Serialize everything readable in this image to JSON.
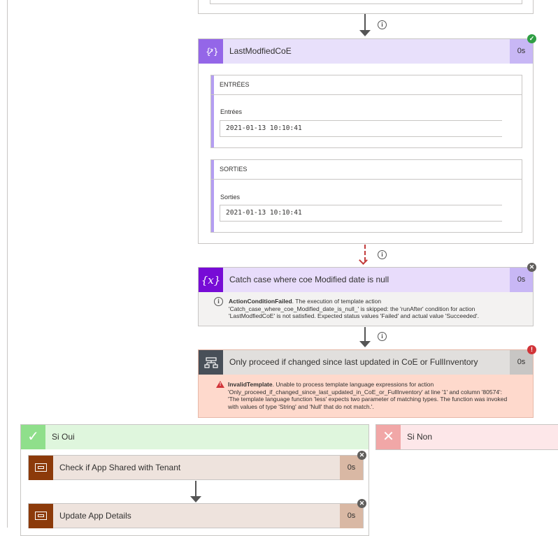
{
  "top_card": {},
  "last_modified": {
    "title": "LastModfiedCoE",
    "duration": "0s",
    "inputs_header": "ENTRÉES",
    "inputs_label": "Entrées",
    "inputs_value": "2021-01-13 10:10:41",
    "outputs_header": "SORTIES",
    "outputs_label": "Sorties",
    "outputs_value": "2021-01-13 10:10:41",
    "status": "succeeded",
    "icon": "variable-icon"
  },
  "catch_case": {
    "title": "Catch case where coe Modified date is null",
    "duration": "0s",
    "error_code": "ActionConditionFailed",
    "error_text": ". The execution of template action 'Catch_case_where_coe_Modified_date_is_null_' is skipped: the 'runAfter' condition for action 'LastModfiedCoE' is not satisfied. Expected status values 'Failed' and actual value 'Succeeded'.",
    "status": "skipped",
    "icon": "variable-x-icon"
  },
  "condition": {
    "title": "Only proceed if changed since last updated in CoE or FullInventory",
    "duration": "0s",
    "error_code": "InvalidTemplate",
    "error_text": ". Unable to process template language expressions for action 'Only_proceed_if_changed_since_last_updated_in_CoE_or_FullInventory' at line '1' and column '80574': 'The template language function 'less' expects two parameter of matching types. The function was invoked with values of type 'String' and 'Null' that do not match.'.",
    "status": "failed",
    "icon": "condition-icon"
  },
  "branch_yes": {
    "label": "Si Oui",
    "actions": [
      {
        "title": "Check if App Shared with Tenant",
        "duration": "0s"
      },
      {
        "title": "Update App Details",
        "duration": "0s"
      }
    ]
  },
  "branch_no": {
    "label": "Si Non"
  },
  "colors": {
    "variable_purple": "#770bd6",
    "variable_header": "#e3d9fb",
    "variable_duration": "#c8b7f5",
    "success_green": "#2f9e44",
    "error_red": "#d13438",
    "skipped_gray": "#605e5c",
    "condition_dark": "#484f58",
    "error_bg": "#fed9cc",
    "yes_bg": "#dff6dd",
    "yes_icon": "#8fdf8b",
    "no_bg": "#fde7e9",
    "no_icon": "#f1a7a7",
    "dataverse_brown": "#8c3a0a"
  }
}
